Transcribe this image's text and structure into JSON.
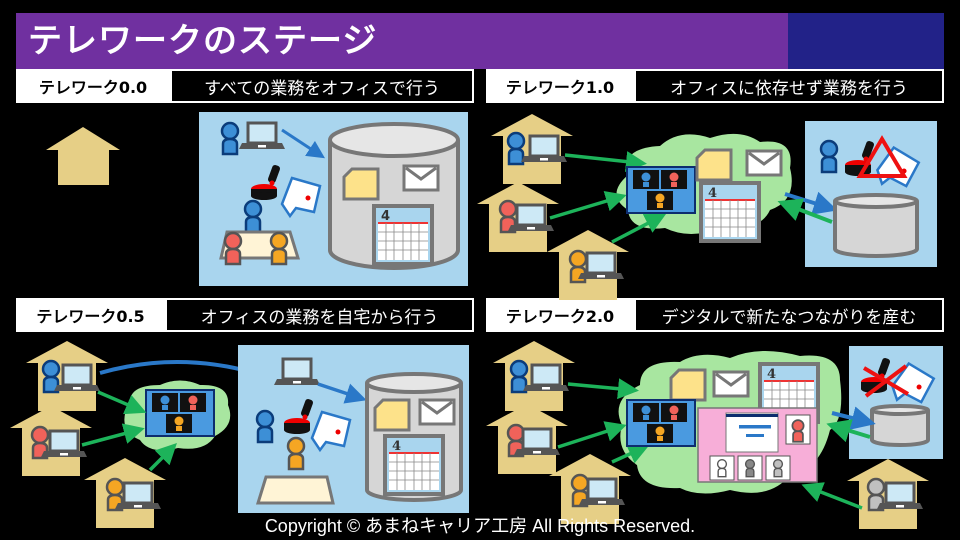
{
  "title": "テレワークのステージ",
  "colors": {
    "title_bg": "#7030a0",
    "title_accent": "#222288",
    "house": "#e6cf86",
    "panel_bg": "#a9d5ee",
    "cloud": "#a8e6a0",
    "arrow_green": "#1db35a",
    "arrow_blue": "#2a78c8",
    "person_blue": "#3d8fd6",
    "person_red": "#f0625a",
    "person_orange": "#f5a623",
    "person_gray": "#c0c0c0",
    "warning_red": "#ee1111",
    "collab_pink": "#f7aed8"
  },
  "stages": [
    {
      "id": "0.0",
      "name": "テレワーク0.0",
      "description": "すべての業務をオフィスで行う"
    },
    {
      "id": "1.0",
      "name": "テレワーク1.0",
      "description": "オフィスに依存せず業務を行う"
    },
    {
      "id": "0.5",
      "name": "テレワーク0.5",
      "description": "オフィスの業務を自宅から行う"
    },
    {
      "id": "2.0",
      "name": "テレワーク2.0",
      "description": "デジタルで新たなつながりを産む"
    }
  ],
  "icons": {
    "calendar_day": "4",
    "house": "house-icon",
    "person": "person-icon",
    "laptop": "laptop-icon",
    "database": "database-icon",
    "cloud": "cloud-icon",
    "mail": "mail-icon",
    "document": "document-icon",
    "stamp": "hanko-stamp-icon",
    "video_call": "video-conference-icon",
    "warning": "warning-triangle-icon",
    "cross": "cross-mark-icon"
  },
  "footer": {
    "copyright": "Copyright © あまねキャリア工房  All Rights Reserved."
  }
}
